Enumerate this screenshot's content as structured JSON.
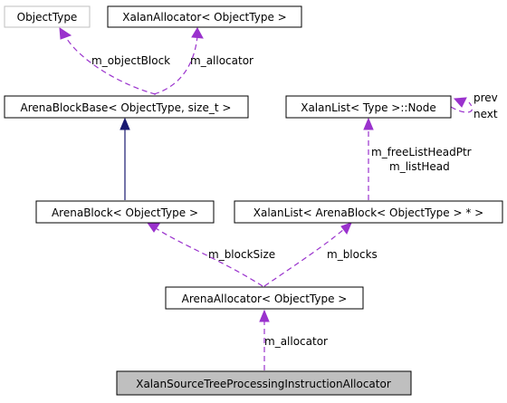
{
  "diagram": {
    "nodes": {
      "object_type": "ObjectType",
      "xalan_allocator": "XalanAllocator< ObjectType >",
      "arena_block_base": "ArenaBlockBase< ObjectType, size_t >",
      "xalan_list_node": "XalanList< Type >::Node",
      "arena_block": "ArenaBlock< ObjectType >",
      "xalan_list_arena": "XalanList< ArenaBlock< ObjectType > * >",
      "arena_allocator": "ArenaAllocator< ObjectType >",
      "pi_allocator": "XalanSourceTreeProcessingInstructionAllocator"
    },
    "edge_labels": {
      "m_object_block": "m_objectBlock",
      "m_allocator_top": "m_allocator",
      "prev": "prev",
      "next": "next",
      "m_free_list_head_ptr": "m_freeListHeadPtr",
      "m_list_head": "m_listHead",
      "m_block_size": "m_blockSize",
      "m_blocks": "m_blocks",
      "m_allocator_bottom": "m_allocator"
    },
    "colors": {
      "usage_edge": "#9a32cd",
      "inheritance_edge": "#191970",
      "focus_node_fill": "#bfbfbf",
      "muted_node_border": "#bfbfbf"
    }
  }
}
